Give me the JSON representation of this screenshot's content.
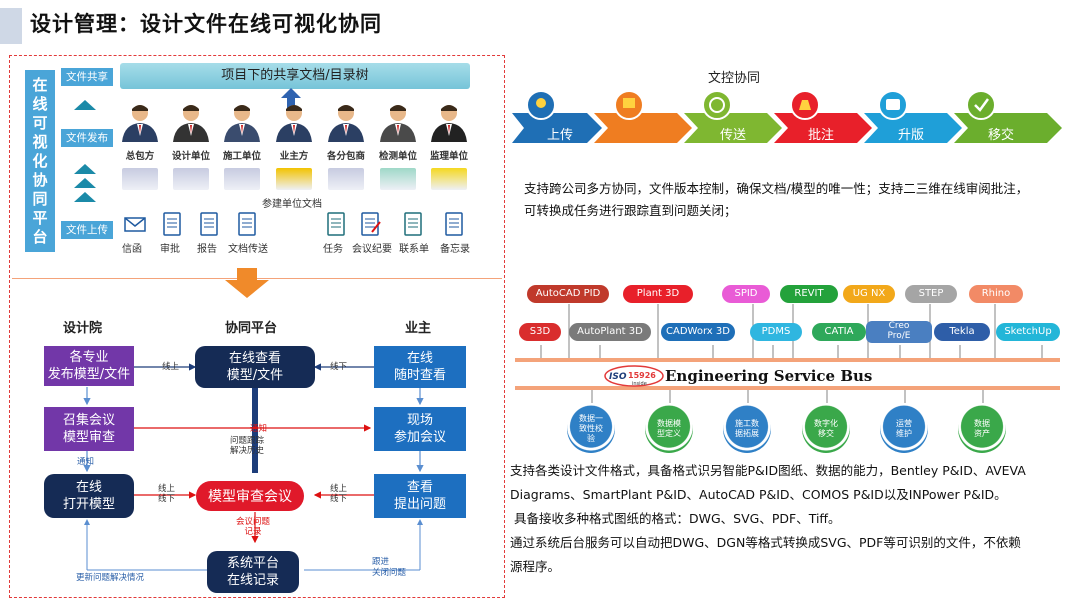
{
  "title": "设计管理：设计文件在线可视化协同",
  "left_top": {
    "vertical_label": [
      "在",
      "线",
      "可",
      "视",
      "化",
      "协",
      "同",
      "平",
      "台"
    ],
    "share_btn": "文件共享",
    "publish_btn": "文件发布",
    "upload_btn": "文件上传",
    "banner": "项目下的共享文档/目录树",
    "participants": [
      "总包方",
      "设计单位",
      "施工单位",
      "业主方",
      "各分包商",
      "检测单位",
      "监理单位"
    ],
    "participants_caption": "参建单位文档",
    "docs": [
      "信函",
      "审批",
      "报告",
      "文档传送",
      "任务",
      "会议纪要",
      "联系单",
      "备忘录"
    ]
  },
  "flow": {
    "col_design": "设计院",
    "col_platform": "协同平台",
    "col_owner": "业主",
    "design_publish": "各专业\n发布模型/文件",
    "design_meeting": "召集会议\n模型审查",
    "design_open": "在线\n打开模型",
    "platform_view": "在线查看\n模型/文件",
    "platform_review": "模型审查会议",
    "platform_record": "系统平台\n在线记录",
    "owner_view": "在线\n随时查看",
    "owner_attend": "现场\n参加会议",
    "owner_issue": "查看\n提出问题",
    "lbl_online": "线上",
    "lbl_offline": "线下",
    "lbl_online_offline1": "线上\n线下",
    "lbl_online_offline2": "线上\n线下",
    "lbl_notify1": "通知",
    "lbl_notify2": "通知",
    "lbl_track": "问题跟踪\n解决历史",
    "lbl_record": "会议问题\n记录",
    "lbl_update": "更新问题解决情况",
    "lbl_follow": "跟进\n关闭问题"
  },
  "right": {
    "doc_control": "文控协同",
    "steps": [
      "上传",
      "",
      "传送",
      "批注",
      "升版",
      "移交"
    ],
    "para1_line1": "支持跨公司多方协同，文件版本控制，确保文档/模型的唯一性；支持二三维在线审阅批注，",
    "para1_line2": "可转换成任务进行跟踪直到问题关闭；",
    "pills_top": [
      {
        "label": "AutoCAD PID",
        "color": "#c0392b"
      },
      {
        "label": "Plant 3D",
        "color": "#e8202a"
      },
      {
        "label": "SPID",
        "color": "#e95bd6"
      },
      {
        "label": "REVIT",
        "color": "#23a23b"
      },
      {
        "label": "UG NX",
        "color": "#f2a81a"
      },
      {
        "label": "STEP",
        "color": "#a5a5a5"
      },
      {
        "label": "Rhino",
        "color": "#f28a66"
      }
    ],
    "pills_bottom": [
      {
        "label": "S3D",
        "color": "#d92d2d"
      },
      {
        "label": "AutoPlant 3D",
        "color": "#7a7a7a"
      },
      {
        "label": "CADWorx 3D",
        "color": "#1e6fb8"
      },
      {
        "label": "PDMS",
        "color": "#2fb6e0"
      },
      {
        "label": "CATIA",
        "color": "#2ea85a"
      },
      {
        "label": "Creo\nPro/E",
        "color": "#4a7fc1"
      },
      {
        "label": "Tekla",
        "color": "#2e5ea8"
      },
      {
        "label": "SketchUp",
        "color": "#23b6d8"
      }
    ],
    "iso_logo": "ISO 15926",
    "iso_sub": "inside",
    "esb": "Engineering Service Bus",
    "circles": [
      {
        "label": "数据一\n致性校\n验",
        "color": "#2f80c6"
      },
      {
        "label": "数据模\n型定义",
        "color": "#3aa84a"
      },
      {
        "label": "施工数\n据拓展",
        "color": "#2f80c6"
      },
      {
        "label": "数字化\n移交",
        "color": "#3aa84a"
      },
      {
        "label": "运营\n维护",
        "color": "#2f80c6"
      },
      {
        "label": "数据\n资产",
        "color": "#3aa84a"
      }
    ],
    "para2_line1": "支持各类设计文件格式，具备格式识另智能P&ID图纸、数据的能力，Bentley P&ID、AVEVA",
    "para2_line2": "Diagrams、SmartPlant P&ID、AutoCAD P&ID、COMOS P&ID以及INPower P&ID。",
    "para3": "具备接收多种格式图纸的格式：DWG、SVG、PDF、Tiff。",
    "para4_line1": "通过系统后台服务可以自动把DWG、DGN等格式转换成SVG、PDF等可识别的文件，不依赖",
    "para4_line2": "源程序。"
  }
}
